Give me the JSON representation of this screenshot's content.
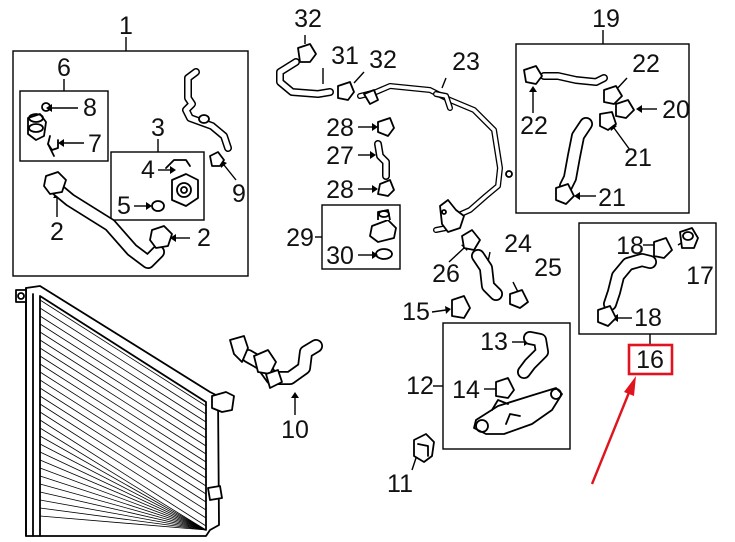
{
  "diagram": {
    "callouts": [
      {
        "id": "c1",
        "label": "1"
      },
      {
        "id": "c2a",
        "label": "2"
      },
      {
        "id": "c2b",
        "label": "2"
      },
      {
        "id": "c3",
        "label": "3"
      },
      {
        "id": "c4",
        "label": "4"
      },
      {
        "id": "c5",
        "label": "5"
      },
      {
        "id": "c6",
        "label": "6"
      },
      {
        "id": "c7",
        "label": "7"
      },
      {
        "id": "c8",
        "label": "8"
      },
      {
        "id": "c9",
        "label": "9"
      },
      {
        "id": "c10",
        "label": "10"
      },
      {
        "id": "c11",
        "label": "11"
      },
      {
        "id": "c12",
        "label": "12"
      },
      {
        "id": "c13",
        "label": "13"
      },
      {
        "id": "c14",
        "label": "14"
      },
      {
        "id": "c15",
        "label": "15"
      },
      {
        "id": "c16",
        "label": "16"
      },
      {
        "id": "c17",
        "label": "17"
      },
      {
        "id": "c18a",
        "label": "18"
      },
      {
        "id": "c18b",
        "label": "18"
      },
      {
        "id": "c19",
        "label": "19"
      },
      {
        "id": "c20",
        "label": "20"
      },
      {
        "id": "c21a",
        "label": "21"
      },
      {
        "id": "c21b",
        "label": "21"
      },
      {
        "id": "c22a",
        "label": "22"
      },
      {
        "id": "c22b",
        "label": "22"
      },
      {
        "id": "c23",
        "label": "23"
      },
      {
        "id": "c24",
        "label": "24"
      },
      {
        "id": "c25",
        "label": "25"
      },
      {
        "id": "c26",
        "label": "26"
      },
      {
        "id": "c27",
        "label": "27"
      },
      {
        "id": "c28a",
        "label": "28"
      },
      {
        "id": "c28b",
        "label": "28"
      },
      {
        "id": "c29",
        "label": "29"
      },
      {
        "id": "c30",
        "label": "30"
      },
      {
        "id": "c31",
        "label": "31"
      },
      {
        "id": "c32a",
        "label": "32"
      },
      {
        "id": "c32b",
        "label": "32"
      }
    ],
    "highlight": {
      "callout": "c16",
      "color": "#e0141e"
    },
    "ink_color": "#000000"
  }
}
